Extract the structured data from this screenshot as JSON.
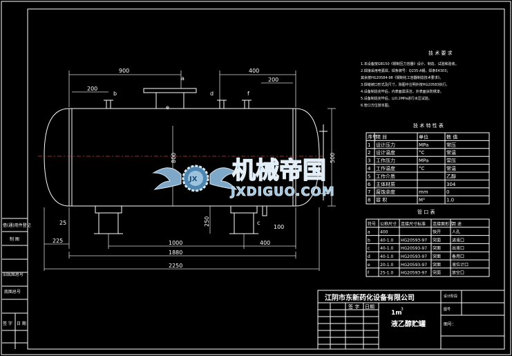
{
  "drawing": {
    "top_dims": {
      "d900": "900",
      "d400": "400",
      "d200_left": "200",
      "d200_right": "200"
    },
    "bottom_dims": {
      "d225": "225",
      "d1000": "1000",
      "d400": "400",
      "d1880": "1880",
      "d2250": "2250"
    },
    "side_dims": {
      "d25": "25",
      "d250": "250",
      "d100": "100",
      "d800": "800",
      "d500": "500"
    },
    "nozzle_labels": {
      "a": "a",
      "b": "b",
      "c": "c",
      "d": "d",
      "e": "e",
      "f": "f"
    }
  },
  "tech_req": {
    "title": "技 术 要 求",
    "lines": [
      "1.本设备按GB150《钢制压力容器》设计、制造、试验和验收。",
      "2.焊接采用电弧焊，焊条牌号：Q235-A钢，焊条E4303；",
      "  其余按HG20584-98《钢制化工容器制造技术要求》。",
      "3.焊缝坡口形式及尺寸，除图中注明外按HG20583执行。",
      "4.设备制造完毕后，内表面需清洁，外表面涂防锈漆。",
      "5.设备制造完毕后，以0.2MPa进行水压试验。",
      "6.管口方位按本图。"
    ]
  },
  "spec_table": {
    "title": "技 术 特 性 表",
    "headers": [
      "序号",
      "项 目",
      "单位",
      "数 值"
    ],
    "rows": [
      [
        "1",
        "设计压力",
        "MPa",
        "常压"
      ],
      [
        "2",
        "设计温度",
        "°C",
        "常温"
      ],
      [
        "3",
        "工作压力",
        "MPa",
        "常压"
      ],
      [
        "4",
        "工作温度",
        "°C",
        "常温"
      ],
      [
        "5",
        "工作介质",
        "",
        "乙醇"
      ],
      [
        "6",
        "主体材质",
        "",
        "304"
      ],
      [
        "7",
        "腐蚀余度",
        "mm",
        "0"
      ],
      [
        "8",
        "容  积",
        "M³",
        "1.0"
      ]
    ]
  },
  "nozzle_table": {
    "title": "管 口 表",
    "headers": [
      "符号",
      "公称尺寸",
      "连接尺寸标准",
      "连接面形式",
      "用 途"
    ],
    "rows": [
      [
        "a",
        "400",
        "",
        "快开",
        "人孔"
      ],
      [
        "b",
        "40-1.0",
        "HG20593-97",
        "突面",
        "进液口"
      ],
      [
        "c",
        "40-1.0",
        "HG20593-97",
        "突面",
        "出液口"
      ],
      [
        "d",
        "40-1.0",
        "HG20593-97",
        "突面",
        "备用口"
      ],
      [
        "e",
        "20-1.0",
        "HG20593-97",
        "突面",
        "液位计口"
      ],
      [
        "f",
        "25-1.0",
        "HG20593-97",
        "突面",
        "放空口"
      ]
    ]
  },
  "left_strip": {
    "labels": [
      "借(通)用件登记",
      "制 图",
      "",
      "旧底图总号",
      "底图总号",
      "",
      "签 字",
      "日 期"
    ]
  },
  "title_block": {
    "company": "江阴市东新药化设备有限公司",
    "volume": "1m",
    "volume_sup": "3",
    "product": "液乙醇贮罐",
    "col_sign": "签 字",
    "col_date": "日期",
    "right_labels": [
      "设计阶段",
      "图号",
      "图号："
    ]
  },
  "watermark": {
    "cn": "机械帝国",
    "en": "JXDIGUO.COM",
    "emblem": "JX"
  }
}
